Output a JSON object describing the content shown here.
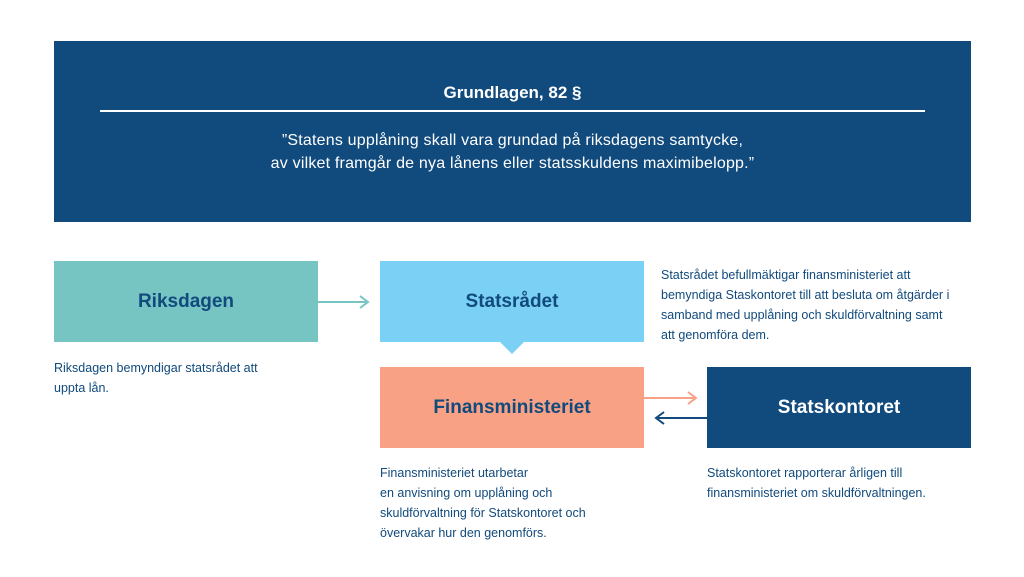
{
  "header": {
    "title": "Grundlagen, 82 §",
    "quote_line1": "”Statens upplåning skall vara grundad på riksdagens samtycke,",
    "quote_line2": "av vilket framgår de nya lånens eller statsskuldens maximibelopp.”"
  },
  "boxes": {
    "riksdagen": "Riksdagen",
    "statsradet": "Statsrådet",
    "finansministeriet": "Finansministeriet",
    "statskontoret": "Statskontoret"
  },
  "notes": {
    "riksdagen": [
      "Riksdagen bemyndigar statsrådet att",
      "uppta lån."
    ],
    "statsradet": [
      "Statsrådet befullmäktigar finansministeriet att",
      "bemyndiga Staskontoret till att besluta om åtgärder i",
      "samband med upplåning och skuldförvaltning samt",
      "att genomföra dem."
    ],
    "finansministeriet": [
      "Finansministeriet utarbetar",
      "en anvisning om upplåning och",
      "skuldförvaltning för Statskontoret och",
      "övervakar hur den genomförs."
    ],
    "statskontoret": [
      "Statskontoret rapporterar årligen till",
      "finansministeriet om skuldförvaltningen."
    ]
  },
  "colors": {
    "navy": "#114a7c",
    "teal": "#76c5c3",
    "light_blue": "#7bd0f6",
    "salmon": "#f9a184"
  }
}
